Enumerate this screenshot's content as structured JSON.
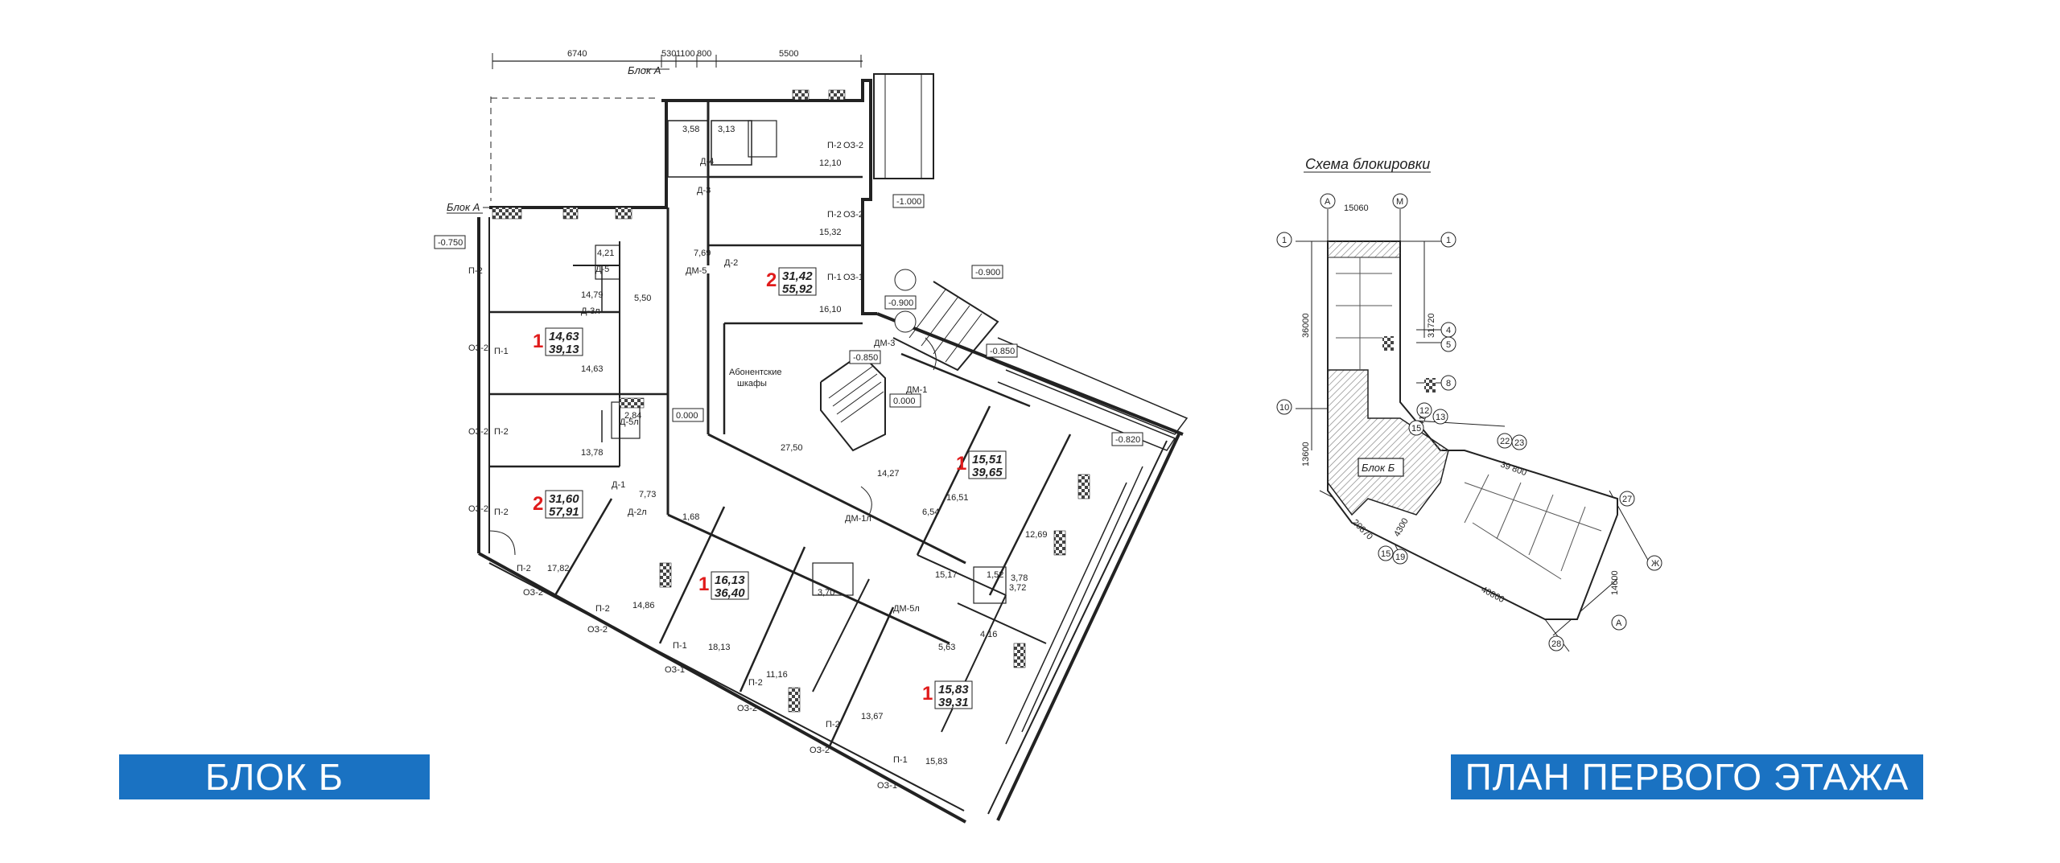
{
  "labels": {
    "block_b": "БЛОК Б",
    "plan_title": "ПЛАН ПЕРВОГО ЭТАЖА",
    "scheme_title": "Схема блокировки",
    "scheme_block": "Блок Б",
    "block_a_1": "Блок А",
    "block_a_2": "Блок А",
    "subscriber_cabinets_1": "Абонентские",
    "subscriber_cabinets_2": "шкафы"
  },
  "dimensions_top": [
    "6740",
    "530",
    "1100",
    "800",
    "5500"
  ],
  "levels": [
    "-0.750",
    "-1.000",
    "-0.900",
    "-0.900",
    "-0.850",
    "-0.850",
    "0.000",
    "0.000",
    "-0.820"
  ],
  "apartments": [
    {
      "rooms": "2",
      "living": "31,42",
      "total": "55,92"
    },
    {
      "rooms": "1",
      "living": "14,63",
      "total": "39,13"
    },
    {
      "rooms": "2",
      "living": "31,60",
      "total": "57,91"
    },
    {
      "rooms": "1",
      "living": "15,51",
      "total": "39,65"
    },
    {
      "rooms": "1",
      "living": "16,13",
      "total": "36,40"
    },
    {
      "rooms": "1",
      "living": "15,83",
      "total": "39,31"
    }
  ],
  "room_areas": [
    "12,10",
    "15,32",
    "16,10",
    "14,79",
    "14,63",
    "13,78",
    "17,82",
    "14,86",
    "18,13",
    "11,16",
    "13,67",
    "15,83",
    "16,51",
    "12,69",
    "14,27",
    "27,50",
    "3,58",
    "3,13",
    "4,21",
    "5,50",
    "7,69",
    "2,84",
    "7,73",
    "1,68",
    "6,54",
    "3,70",
    "3,78",
    "1,52",
    "3,72",
    "5,63",
    "4,16",
    "15,17"
  ],
  "wall_marks": [
    "П-2",
    "П-1",
    "ОЗ-2",
    "ОЗ-1",
    "Д-1",
    "Д-2",
    "Д-3",
    "Д-4",
    "Д-5",
    "ДМ-5",
    "ДМ-1",
    "ДМ-3",
    "Д-3л",
    "Д-5л",
    "Д-2л",
    "ДМ-1л",
    "ДМ-5л"
  ],
  "scheme": {
    "axes": [
      "А",
      "М",
      "1",
      "4",
      "5",
      "8",
      "10",
      "12",
      "13",
      "15",
      "19",
      "22",
      "23",
      "27",
      "28",
      "Ж",
      "А"
    ],
    "dims": [
      "15060",
      "36000",
      "31720",
      "13600",
      "20870",
      "40860",
      "14600",
      "4300",
      "39 800",
      "4150"
    ]
  },
  "colors": {
    "banner": "#1a72c2",
    "apartment_number": "#e01b1b",
    "hatch": "#9a9a9a"
  }
}
